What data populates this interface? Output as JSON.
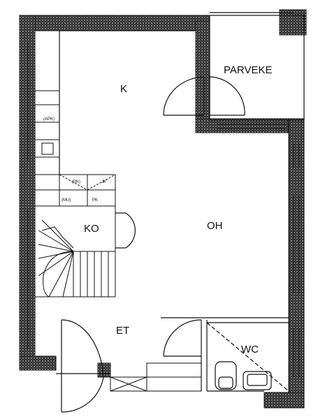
{
  "rooms": {
    "k": "K",
    "parveke": "PARVEKE",
    "ko": "KO",
    "oh": "OH",
    "et": "ET",
    "wc": "WC"
  },
  "fixtures": {
    "apk": "(APK)",
    "pk1": "(PK)",
    "jk": "JK",
    "mu": "(MU)",
    "pk2": "PK"
  },
  "colors": {
    "wall_fill": "#3a3a3a",
    "wall_hatch": "#ffffff",
    "line": "#111111",
    "background": "#ffffff"
  }
}
